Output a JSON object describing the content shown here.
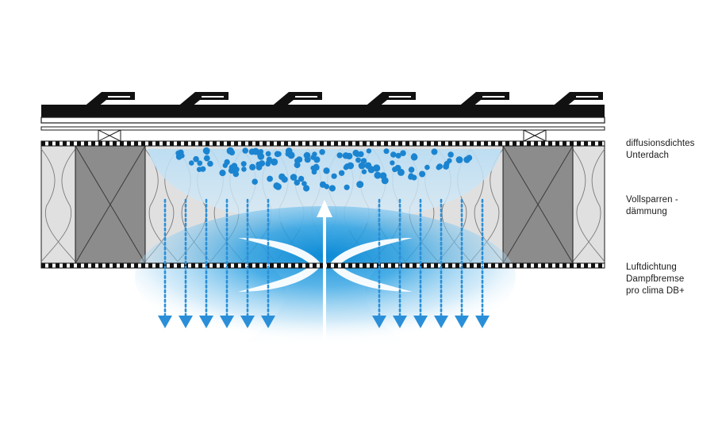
{
  "labels": {
    "underlay": {
      "line1": "diffusionsdichtes",
      "line2": "Unterdach"
    },
    "insulation": {
      "line1": "Vollsparren -",
      "line2": "dämmung"
    },
    "membrane": {
      "line1": "Luftdichtung",
      "line2": "Dampfbremse",
      "line3": "pro clima DB+"
    }
  },
  "colors": {
    "tile": "#111111",
    "rafter": "#8c8c8c",
    "insulation": "#e0e0e0",
    "vapor": "#0a8fd6",
    "vapor_dot": "#1b84d0",
    "arrow": "#2a8fd8",
    "membrane": "#111111",
    "line": "#1a1a1a"
  },
  "icons": {
    "up_arrow": "up-arrow-icon",
    "down_arrows": "down-arrow-icon",
    "moisture": "moisture-dot-icon"
  }
}
